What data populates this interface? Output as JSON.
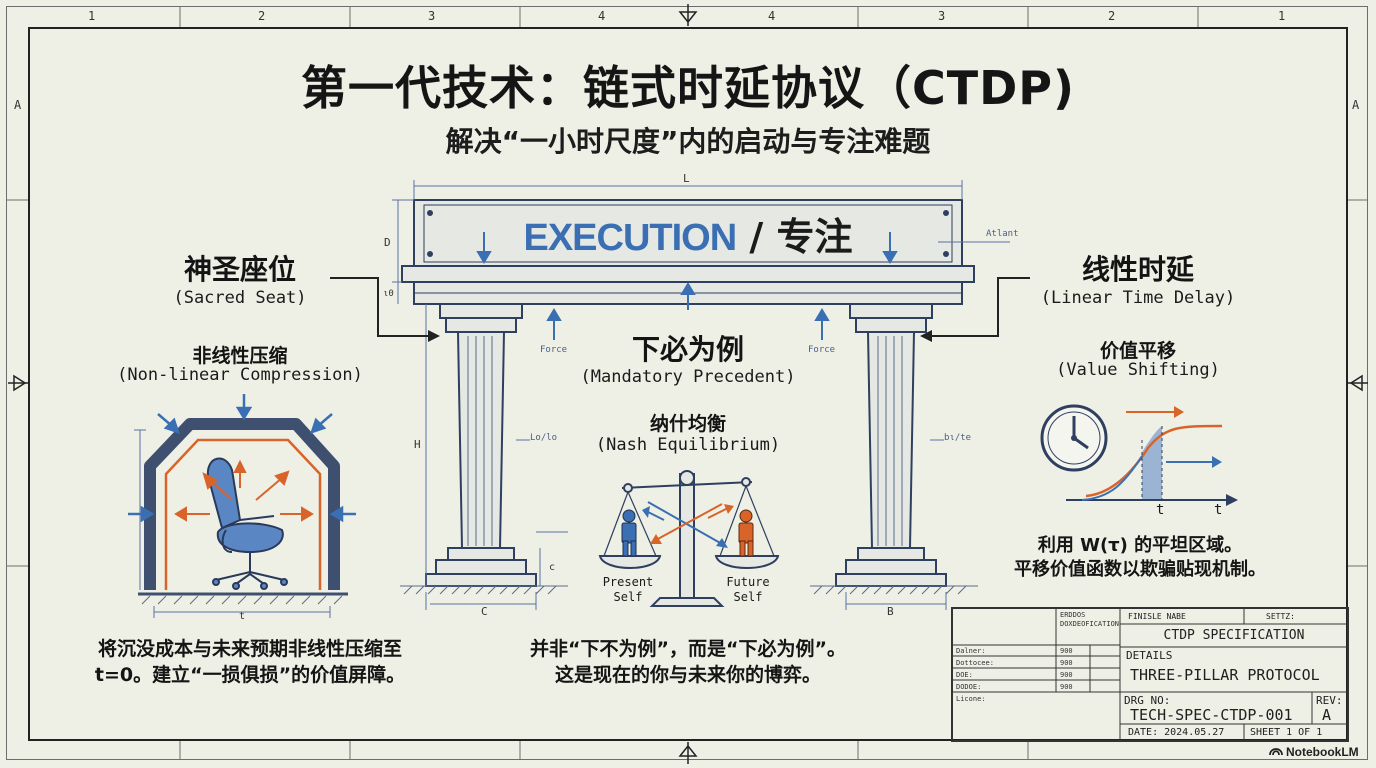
{
  "title": "第一代技术：链式时延协议（CTDP)",
  "subtitle": "解决“一小时尺度”内的启动与专注难题",
  "beam": {
    "en": "EXECUTION",
    "sep": " / ",
    "cn": "专注"
  },
  "dims": {
    "L": "L",
    "D": "D",
    "H": "H",
    "C": "C",
    "B": "B",
    "c_small": "c",
    "t_dim": "t",
    "d_small": "ι0"
  },
  "annotations": {
    "atlant": "Atlant",
    "force_left": "Force",
    "force_right": "Force",
    "dim_left": "Lo/lo",
    "dim_right": "bι/te"
  },
  "left": {
    "heading_cn": "神圣座位",
    "heading_en": "(Sacred Seat)",
    "sub_cn": "非线性压缩",
    "sub_en": "(Non-linear Compression)",
    "caption": [
      "将沉没成本与未来预期非线性压缩至",
      "t=0。建立“一损俱损”的价值屏障。"
    ]
  },
  "center": {
    "heading_cn": "下必为例",
    "heading_en": "(Mandatory Precedent)",
    "sub_cn": "纳什均衡",
    "sub_en": "(Nash Equilibrium)",
    "present": [
      "Present",
      "Self"
    ],
    "future": [
      "Future",
      "Self"
    ],
    "caption": [
      "并非“下不为例”，而是“下必为例”。",
      "这是现在的你与未来你的博弈。"
    ]
  },
  "right": {
    "heading_cn": "线性时延",
    "heading_en": "(Linear Time Delay)",
    "sub_cn": "价值平移",
    "sub_en": "(Value Shifting)",
    "t_labels": [
      "t",
      "t"
    ],
    "caption": [
      "利用 W(τ) 的平坦区域。",
      "平移价值函数以欺骗贴现机制。"
    ]
  },
  "zones": {
    "top": [
      "1",
      "2",
      "3",
      "4",
      "4",
      "3",
      "2",
      "1"
    ],
    "side": [
      "A",
      "A"
    ]
  },
  "title_block": {
    "header_left": "ERDDOS DOXDEOFICATION",
    "finisle": "FINISLE NABE",
    "settz": "SETTZ:",
    "spec": "CTDP SPECIFICATION",
    "details_label": "DETAILS",
    "details_value": "THREE-PILLAR PROTOCOL",
    "rows": [
      {
        "k": "Dalner:",
        "v": "900"
      },
      {
        "k": "Dottocee:",
        "v": "900"
      },
      {
        "k": "DOE:",
        "v": "900"
      },
      {
        "k": "DODOE:",
        "v": "900"
      }
    ],
    "license": "Licone:",
    "drg_label": "DRG NO:",
    "drg_value": "TECH-SPEC-CTDP-001",
    "rev_label": "REV:",
    "rev_value": "A",
    "date": "DATE: 2024.05.27",
    "sheet": "SHEET 1 OF 1"
  },
  "brand": "NotebookLM",
  "colors": {
    "blue": "#3a6fb3",
    "orange": "#d9642a",
    "ink": "#222222",
    "paper": "#eef0e6",
    "line": "#6a7fa8"
  }
}
